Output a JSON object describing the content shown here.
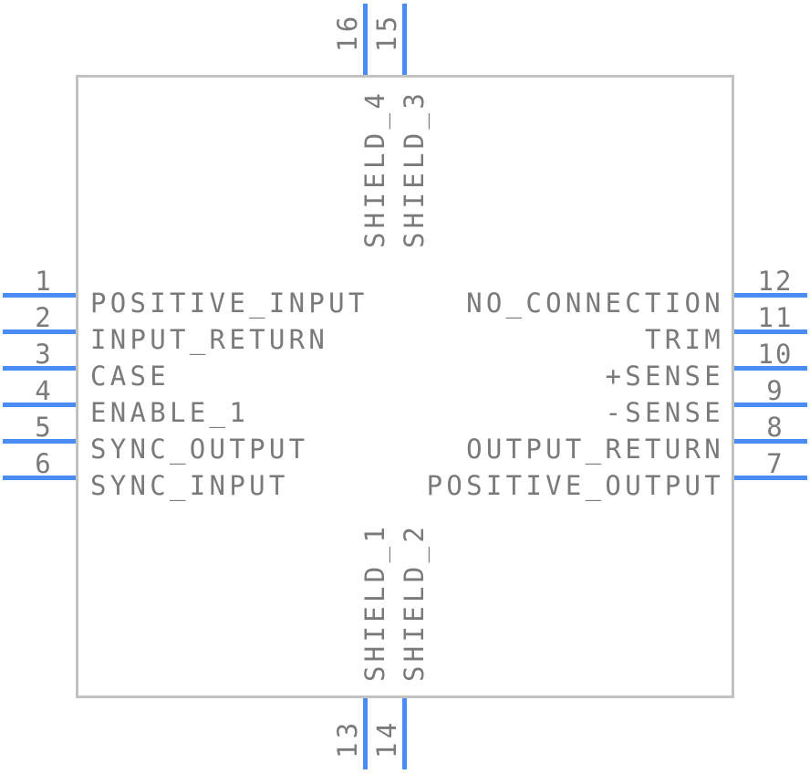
{
  "component": {
    "pins": {
      "left": [
        {
          "number": "1",
          "label": "POSITIVE_INPUT"
        },
        {
          "number": "2",
          "label": "INPUT_RETURN"
        },
        {
          "number": "3",
          "label": "CASE"
        },
        {
          "number": "4",
          "label": "ENABLE_1"
        },
        {
          "number": "5",
          "label": "SYNC_OUTPUT"
        },
        {
          "number": "6",
          "label": "SYNC_INPUT"
        }
      ],
      "right": [
        {
          "number": "12",
          "label": "NO_CONNECTION"
        },
        {
          "number": "11",
          "label": "TRIM"
        },
        {
          "number": "10",
          "label": "+SENSE"
        },
        {
          "number": "9",
          "label": "-SENSE"
        },
        {
          "number": "8",
          "label": "OUTPUT_RETURN"
        },
        {
          "number": "7",
          "label": "POSITIVE_OUTPUT"
        }
      ],
      "top": [
        {
          "number": "16",
          "label": "SHIELD_4"
        },
        {
          "number": "15",
          "label": "SHIELD_3"
        }
      ],
      "bottom": [
        {
          "number": "13",
          "label": "SHIELD_1"
        },
        {
          "number": "14",
          "label": "SHIELD_2"
        }
      ]
    },
    "colors": {
      "pin_line": "#4a8cf5",
      "text": "#7a7a7a",
      "body_border": "#c2c2c2",
      "background": "#ffffff"
    }
  }
}
